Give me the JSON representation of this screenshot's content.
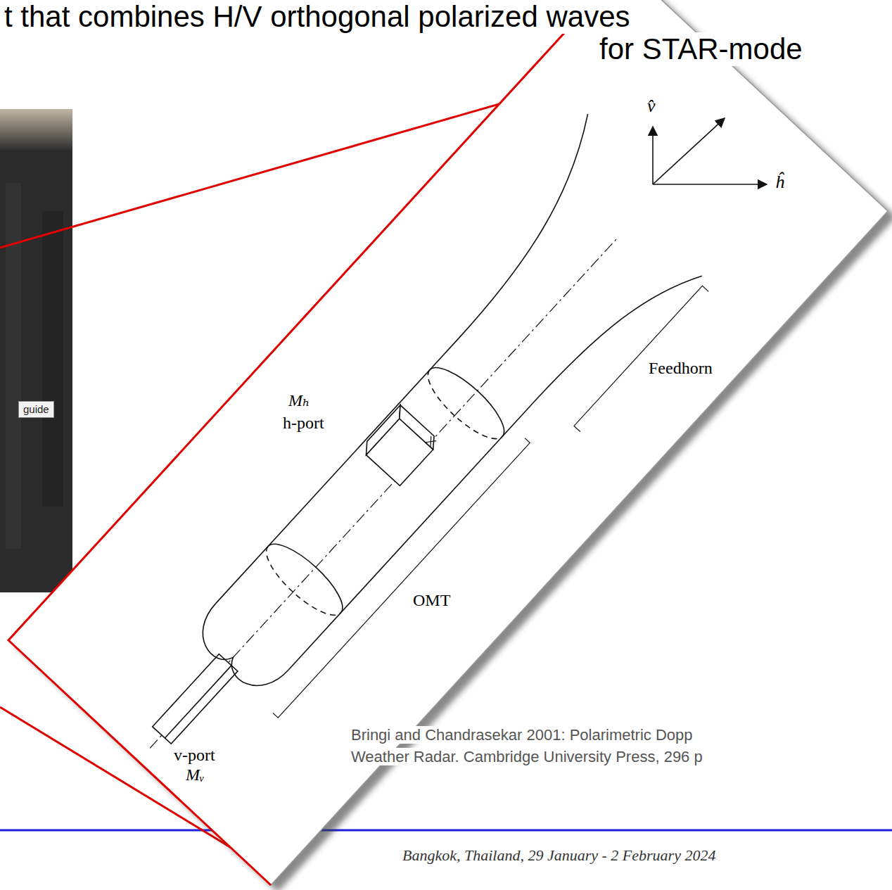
{
  "diagram": {
    "title": "t that combines H/V orthogonal polarized waves",
    "nodes": [
      {
        "text": [
          "guide"
        ]
      }
    ],
    "labels": [
      "for STAR-mode",
      "Mₕ",
      "h-port",
      "Feedhorn",
      "OMT",
      "v-port",
      "Mᵥ",
      "v̂",
      "ĥ",
      "Bringi and Chandrasekar 2001: Polarimetric Dopp",
      "Weather Radar. Cambridge University Press, 296 p",
      "Bangkok, Thailand, 29 January - 2 February 2024"
    ]
  }
}
